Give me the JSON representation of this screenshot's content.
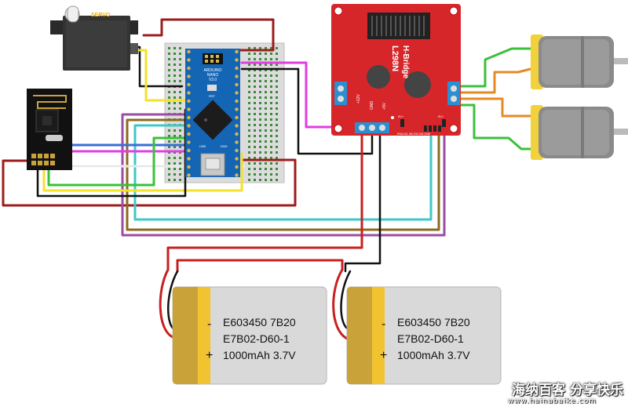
{
  "servo": {
    "label": "SERVO"
  },
  "arduino": {
    "line1": "ARDUINO",
    "line2": "NANO",
    "line3": "V3.0",
    "rst": "RST",
    "usb": "USB",
    "year": "2009"
  },
  "motor_driver": {
    "title": "L298N",
    "subtitle": "H-Bridge",
    "pin_12v": "+12V",
    "pin_gnd": "GND",
    "pin_5v": "+5V",
    "pins": "ENA IN1 IN2 IN3 IN4 ENB",
    "jumper_a": "5V+",
    "jumper_b": "5V+"
  },
  "batteries": [
    {
      "line1": "E603450 7B20",
      "line2": "E7B02-D60-1",
      "line3": "1000mAh 3.7V",
      "minus": "-",
      "plus": "+"
    },
    {
      "line1": "E603450 7B20",
      "line2": "E7B02-D60-1",
      "line3": "1000mAh 3.7V",
      "minus": "-",
      "plus": "+"
    }
  ],
  "watermark": {
    "text": "海纳百客 分享快乐",
    "url": "www.hainabaike.com"
  }
}
